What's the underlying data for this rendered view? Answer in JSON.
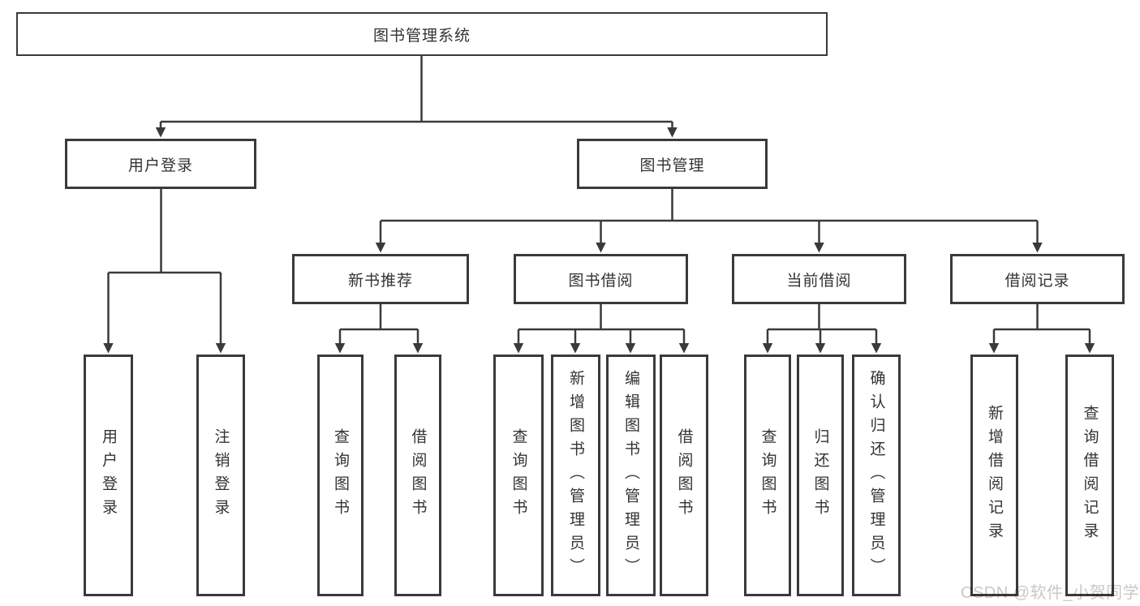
{
  "diagram_title": "图书管理系统",
  "colors": {
    "line": "#3a3a3a",
    "text": "#333333",
    "bg": "#ffffff",
    "watermark": "#cbc7c4"
  },
  "nodes": {
    "root": "图书管理系统",
    "level2": {
      "user_login": "用户登录",
      "book_management": "图书管理"
    },
    "level3": {
      "new_book_recommendation": "新书推荐",
      "book_borrowing": "图书借阅",
      "current_borrowing": "当前借阅",
      "borrowing_records": "借阅记录"
    },
    "leaves": {
      "user_login": [
        "用户登录",
        "注销登录"
      ],
      "new_book_recommendation": [
        "查询图书",
        "借阅图书"
      ],
      "book_borrowing": [
        "查询图书",
        "新增图书（管理员）",
        "编辑图书（管理员）",
        "借阅图书"
      ],
      "current_borrowing": [
        "查询图书",
        "归还图书",
        "确认归还（管理员）"
      ],
      "borrowing_records": [
        "新增借阅记录",
        "查询借阅记录"
      ]
    }
  },
  "watermark": "CSDN @软件_小贺同学"
}
